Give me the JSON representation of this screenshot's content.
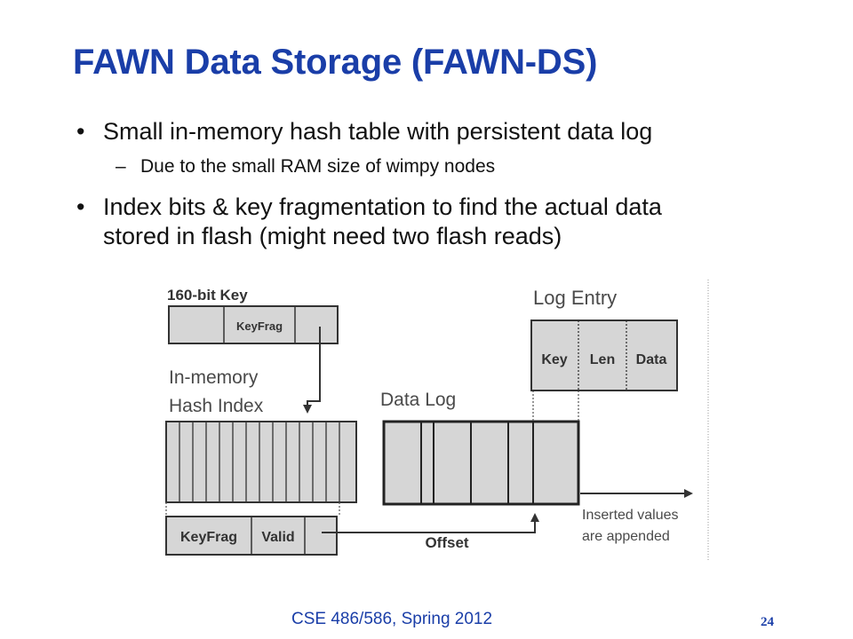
{
  "slide": {
    "title": "FAWN Data Storage (FAWN-DS)",
    "bullets": [
      {
        "text": "Small in-memory hash table with persistent data log",
        "level": 1
      },
      {
        "text": "Due to the small RAM size of wimpy nodes",
        "level": 2
      },
      {
        "text": "Index bits & key fragmentation to find the actual data",
        "level": 1
      },
      {
        "text": "stored in flash (might need two flash reads)",
        "level": 1,
        "continuation": true
      }
    ],
    "footer": "CSE 486/586, Spring 2012",
    "page_number": "24"
  },
  "diagram": {
    "key_title": "160-bit Key",
    "key_field": "KeyFrag",
    "hash_title_line1": "In-memory",
    "hash_title_line2": "Hash Index",
    "datalog_title": "Data Log",
    "logentry_title": "Log Entry",
    "logentry_fields": [
      "Key",
      "Len",
      "Data"
    ],
    "bucket_fields": [
      "KeyFrag",
      "Valid"
    ],
    "offset_label": "Offset",
    "append_note_line1": "Inserted values",
    "append_note_line2": "are appended"
  }
}
